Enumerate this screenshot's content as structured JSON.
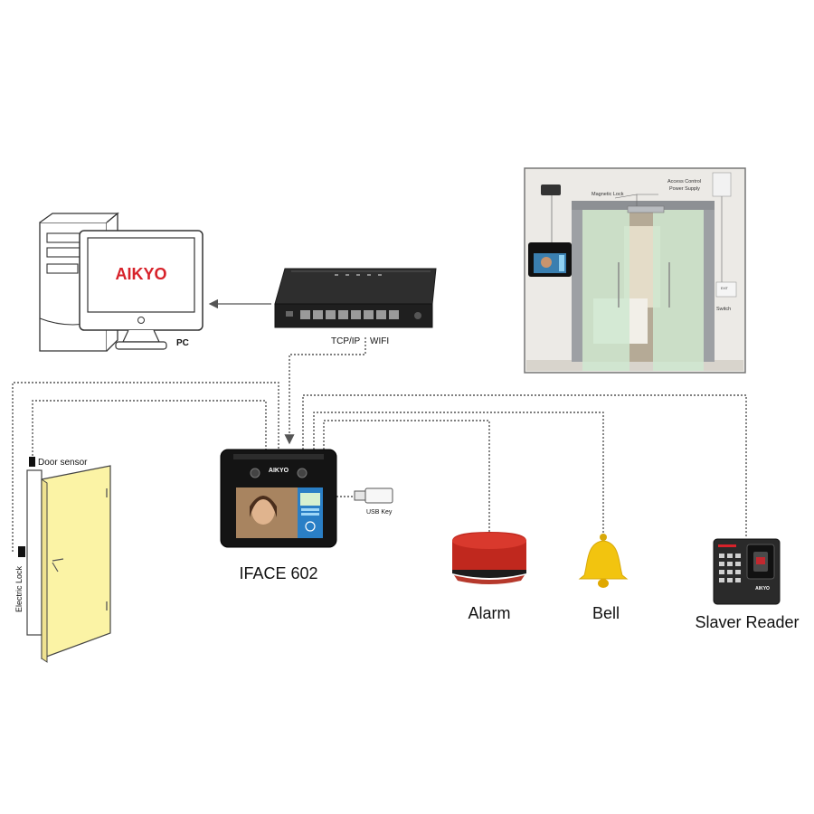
{
  "labels": {
    "pc": "PC",
    "monitor_brand": "AIKYO",
    "tcpip": "TCP/IP",
    "wifi": "WIFI",
    "door_sensor": "Door sensor",
    "electric_lock": "Electric Lock",
    "device_brand": "AIKYO",
    "device_name": "IFACE 602",
    "usb_key": "USB Key",
    "alarm": "Alarm",
    "bell": "Bell",
    "slave_reader": "Slaver Reader",
    "reader_brand": "AIKYO"
  },
  "install_scene": {
    "magnetic_lock": "Magnetic Lock",
    "power_supply_line1": "Access Control",
    "power_supply_line2": "Power Supply",
    "switch": "Switch",
    "exit_button_text": "EXIT"
  },
  "colors": {
    "brand_red": "#d7222a",
    "door_yellow": "#fbf3a5",
    "alarm_red": "#c0281e",
    "bell_yellow": "#f2c40f",
    "glass_green": "#cfe8d0"
  }
}
